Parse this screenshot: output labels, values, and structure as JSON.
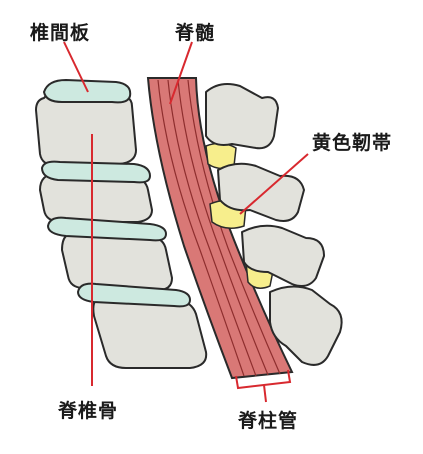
{
  "labels": {
    "disc": "椎間板",
    "cord": "脊髄",
    "ligament": "黄色靭帯",
    "vertebra": "脊椎骨",
    "canal": "脊柱管"
  },
  "colors": {
    "bone_fill": "#e2e2dc",
    "bone_stroke": "#2a2a2a",
    "disc_fill": "#cde9e0",
    "cord_fill": "#d97876",
    "cord_line": "#8e2e2e",
    "ligament_fill": "#f7ee8c",
    "leader_line": "#d8292f"
  }
}
